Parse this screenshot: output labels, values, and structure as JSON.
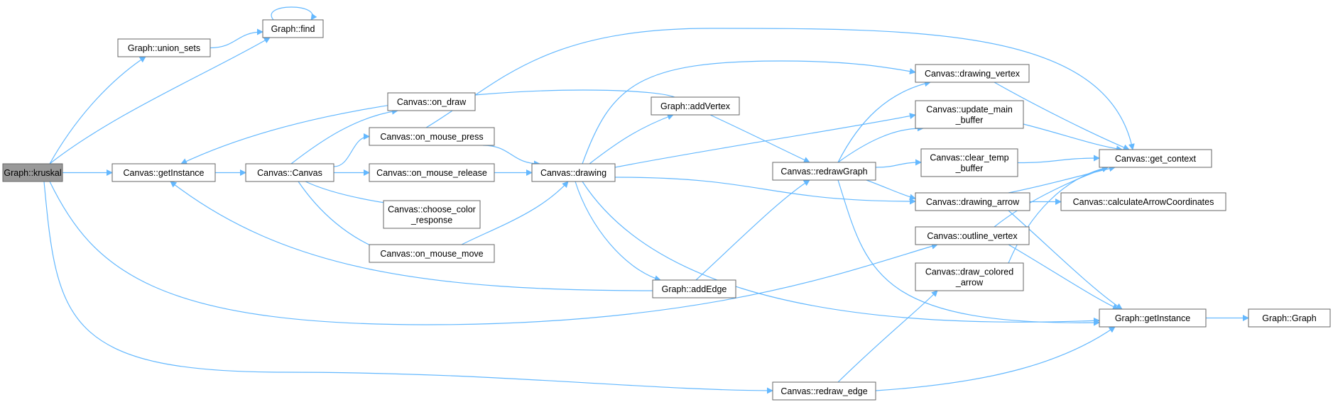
{
  "colors": {
    "edge": "#63b8ff",
    "node_border": "#666666",
    "root_fill": "#999999",
    "node_fill": "#ffffff"
  },
  "nodes": {
    "kruskal": [
      "Graph::kruskal"
    ],
    "union_sets": [
      "Graph::union_sets"
    ],
    "find": [
      "Graph::find"
    ],
    "getInstance_canvas": [
      "Canvas::getInstance"
    ],
    "canvas_ctor": [
      "Canvas::Canvas"
    ],
    "on_draw": [
      "Canvas::on_draw"
    ],
    "on_mouse_press": [
      "Canvas::on_mouse_press"
    ],
    "on_mouse_release": [
      "Canvas::on_mouse_release"
    ],
    "choose_color": [
      "Canvas::choose_color",
      "_response"
    ],
    "on_mouse_move": [
      "Canvas::on_mouse_move"
    ],
    "drawing": [
      "Canvas::drawing"
    ],
    "addVertex": [
      "Graph::addVertex"
    ],
    "addEdge": [
      "Graph::addEdge"
    ],
    "redrawGraph": [
      "Canvas::redrawGraph"
    ],
    "redraw_edge": [
      "Canvas::redraw_edge"
    ],
    "drawing_vertex": [
      "Canvas::drawing_vertex"
    ],
    "update_main_buffer": [
      "Canvas::update_main",
      "_buffer"
    ],
    "clear_temp_buffer": [
      "Canvas::clear_temp",
      "_buffer"
    ],
    "drawing_arrow": [
      "Canvas::drawing_arrow"
    ],
    "outline_vertex": [
      "Canvas::outline_vertex"
    ],
    "draw_colored_arrow": [
      "Canvas::draw_colored",
      "_arrow"
    ],
    "get_context": [
      "Canvas::get_context"
    ],
    "calculateArrowCoordinates": [
      "Canvas::calculateArrowCoordinates"
    ],
    "getInstance_graph": [
      "Graph::getInstance"
    ],
    "graph_ctor": [
      "Graph::Graph"
    ]
  }
}
